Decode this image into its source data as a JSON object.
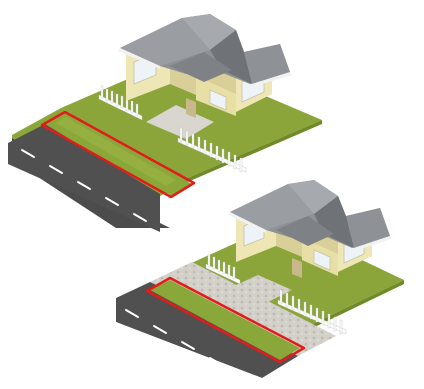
{
  "scene": {
    "panels": [
      {
        "id": "top",
        "footpath": "grass"
      },
      {
        "id": "bottom",
        "footpath": "paved"
      }
    ]
  },
  "colors": {
    "background": "#ffffff",
    "grass": "#8ca53a",
    "grass_dark": "#6f8a27",
    "verge_grass": "#8aa83a",
    "paving": "#cfcdc6",
    "road": "#4c4c4c",
    "road_line": "#ffffff",
    "highlight": "#e41b1b",
    "wall": "#eee6b4",
    "wall_shade": "#d9cf98",
    "roof": "#8e9297",
    "roof_light": "#a6aaae",
    "roof_dark": "#6f7378",
    "window": "#eef3f7",
    "fence": "#ffffff"
  },
  "icons": [
    "house-icon",
    "picket-fence-icon",
    "road-icon",
    "verge-highlight-icon"
  ]
}
